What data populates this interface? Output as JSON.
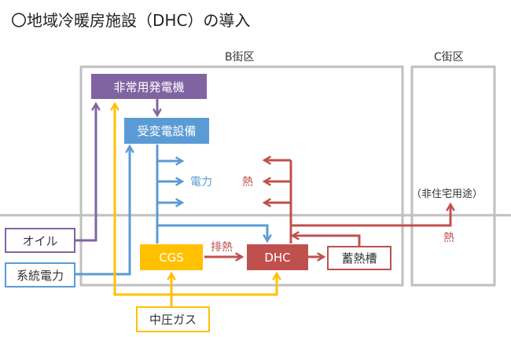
{
  "title": "〇地域冷暖房施設（DHC）の導入",
  "districts": {
    "b": "B街区",
    "c": "C街区"
  },
  "nodes": {
    "emergency_generator": "非常用発電機",
    "substation": "受変電設備",
    "cgs": "CGS",
    "dhc": "DHC",
    "heat_storage": "蓄熱槽",
    "oil": "オイル",
    "grid_power": "系統電力",
    "mid_pressure_gas": "中圧ガス"
  },
  "labels": {
    "power": "電力",
    "heat_b": "熱",
    "exhaust_heat": "排熱",
    "heat_c": "熱",
    "non_residential": "（非住宅用途）"
  },
  "colors": {
    "purple": "#8064a2",
    "blue": "#5b9bd5",
    "yellow": "#ffc000",
    "red": "#c0504d",
    "gray": "#bfbfbf"
  }
}
